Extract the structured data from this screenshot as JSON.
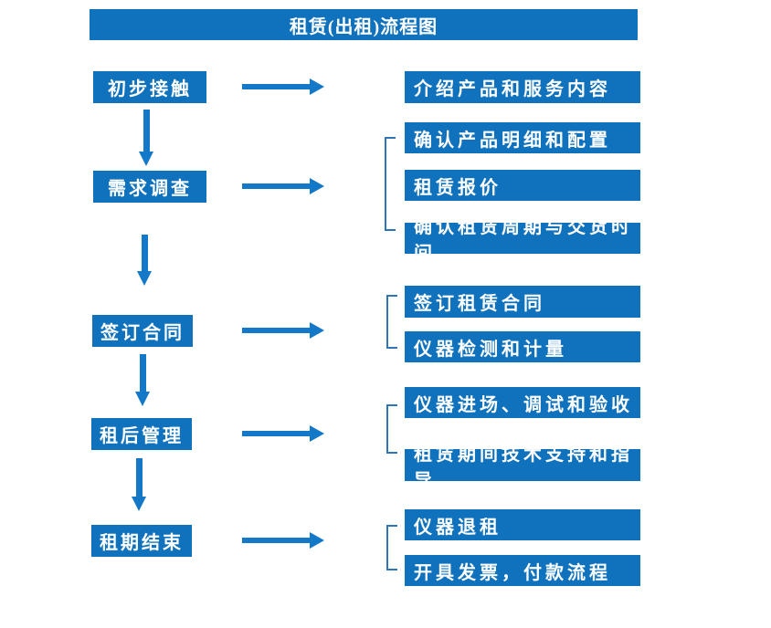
{
  "title": "租赁(出租)流程图",
  "colors": {
    "box_fill": "#1072BC",
    "arrow_blue": "#1478C8",
    "bracket_blue": "#2E75B6",
    "text": "#FFFFFF",
    "background": "#FFFFFF"
  },
  "flow": {
    "steps": [
      {
        "label": "初步接触",
        "details": [
          "介绍产品和服务内容"
        ]
      },
      {
        "label": "需求调查",
        "details": [
          "确认产品明细和配置",
          "租赁报价",
          "确认租赁周期与交货时间"
        ]
      },
      {
        "label": "签订合同",
        "details": [
          "签订租赁合同",
          "仪器检测和计量"
        ]
      },
      {
        "label": "租后管理",
        "details": [
          "仪器进场、调试和验收",
          "租赁期间技术支持和指导"
        ]
      },
      {
        "label": "租期结束",
        "details": [
          "仪器退租",
          "开具发票，付款流程"
        ]
      }
    ]
  }
}
